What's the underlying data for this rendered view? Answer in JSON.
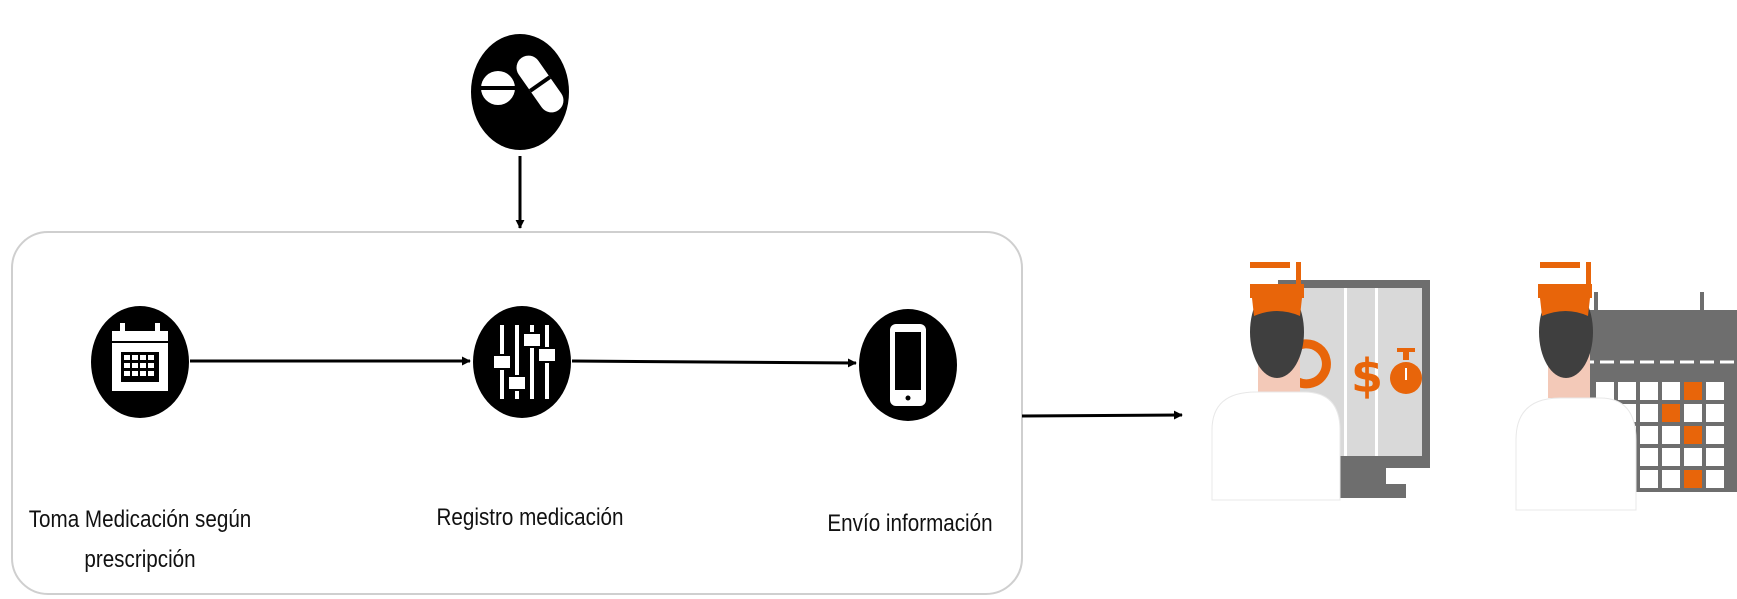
{
  "steps": [
    {
      "label_line1": "Toma Medicación según",
      "label_line2": "prescripción",
      "icon": "calendar-icon"
    },
    {
      "label_line1": "Registro medicación",
      "icon": "sliders-icon"
    },
    {
      "label_line1": "Envío información",
      "icon": "smartphone-icon"
    }
  ],
  "input_icon": "pill-capsule-icon",
  "outputs": [
    {
      "icon": "doctor-monitor-icon"
    },
    {
      "icon": "doctor-calendar-icon"
    }
  ],
  "colors": {
    "accent": "#E8650A",
    "icon_bg": "#000000",
    "panel_border": "#CFCFCF",
    "gray_dark": "#6E6E6E",
    "gray_light": "#D9D9D9",
    "face": "#F3C9B8"
  }
}
